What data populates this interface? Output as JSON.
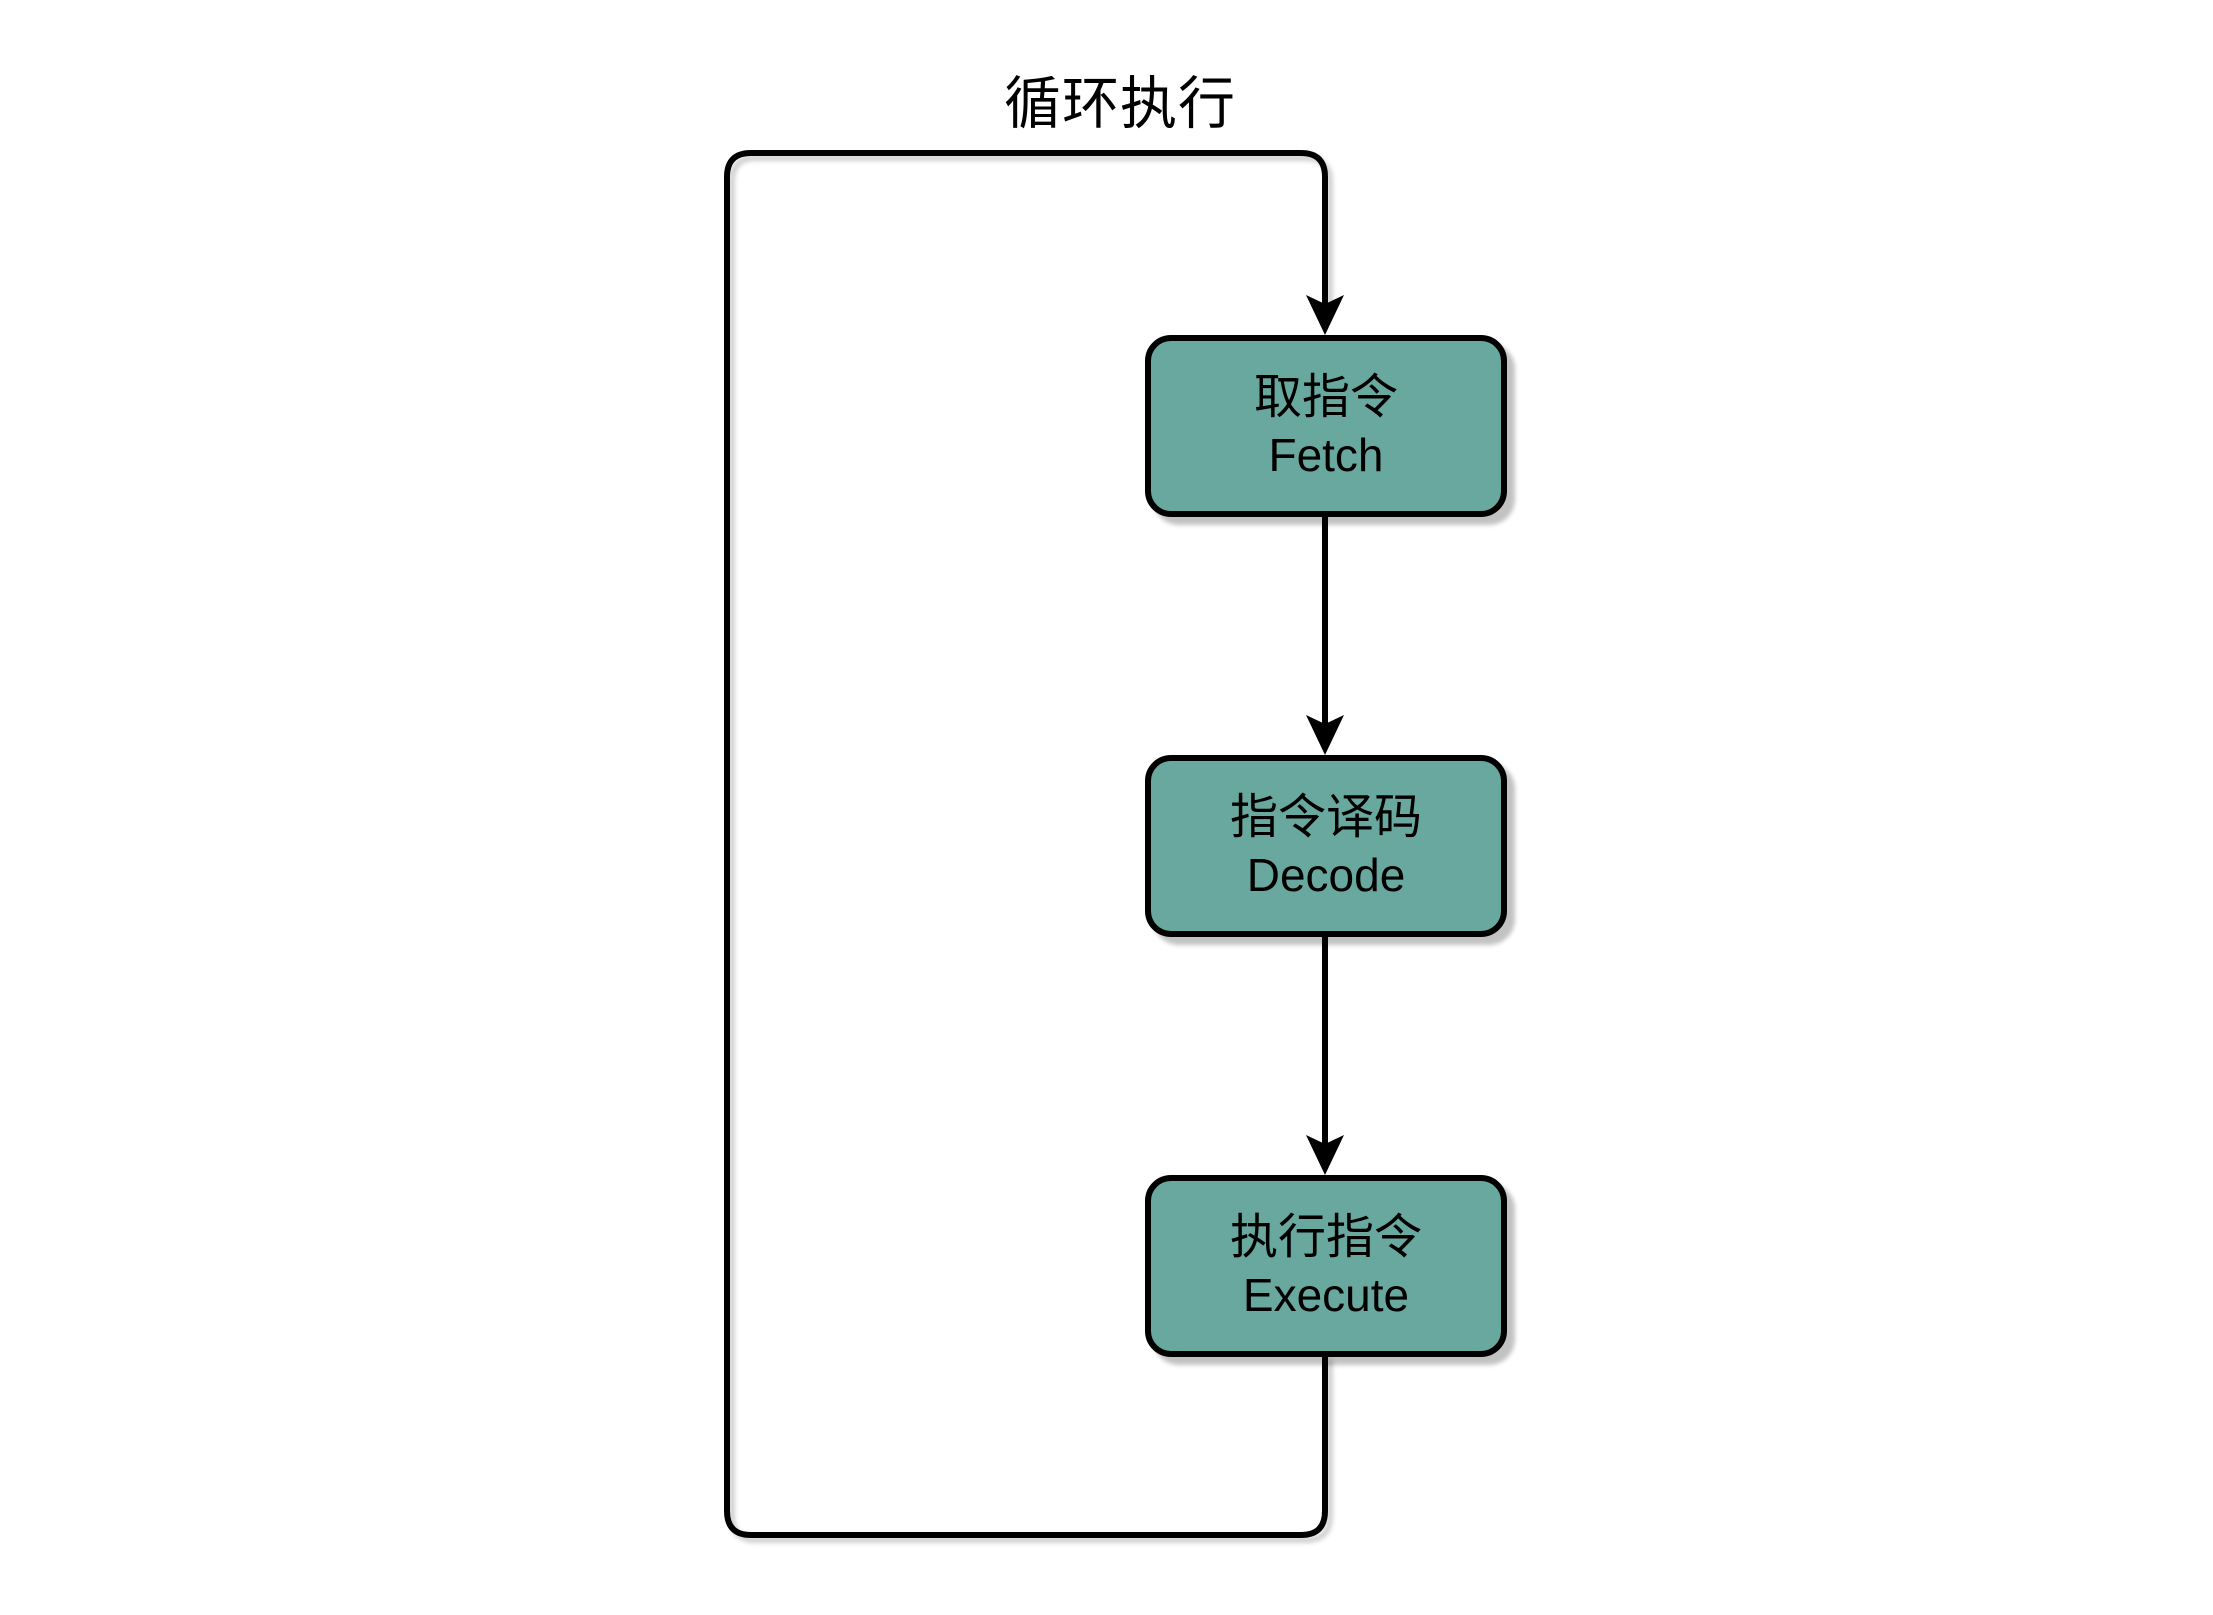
{
  "diagram": {
    "title": "循环执行",
    "nodes": [
      {
        "id": "fetch",
        "label_zh": "取指令",
        "label_en": "Fetch"
      },
      {
        "id": "decode",
        "label_zh": "指令译码",
        "label_en": "Decode"
      },
      {
        "id": "execute",
        "label_zh": "执行指令",
        "label_en": "Execute"
      }
    ],
    "edges": [
      {
        "from": "fetch",
        "to": "decode",
        "style": "arrow-down"
      },
      {
        "from": "decode",
        "to": "execute",
        "style": "arrow-down"
      },
      {
        "from": "execute",
        "to": "fetch",
        "style": "loop-back-left"
      }
    ],
    "colors": {
      "node_fill": "#69A89E",
      "stroke": "#000000",
      "text": "#000000",
      "shadow": "#c9c9c9",
      "background": "#ffffff"
    }
  }
}
